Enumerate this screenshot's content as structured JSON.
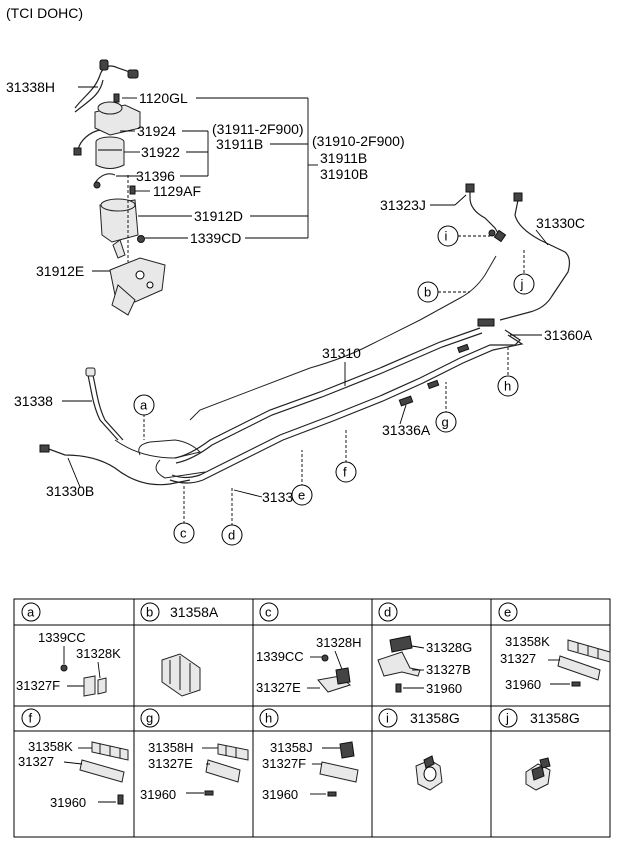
{
  "header": {
    "variant": "(TCI DOHC)"
  },
  "upper_labels": {
    "p31338H": "31338H",
    "p1120GL": "1120GL",
    "p31924": "31924",
    "p31911_2F900": "(31911-2F900)",
    "p31910_2F900": "(31910-2F900)",
    "p31922": "31922",
    "p31911B_a": "31911B",
    "p31911B_b": "31911B",
    "p31910B": "31910B",
    "p31396": "31396",
    "p1129AF": "1129AF",
    "p31912D": "31912D",
    "p1339CD": "1339CD",
    "p31912E": "31912E",
    "p31323J": "31323J",
    "p31330C": "31330C",
    "p31360A": "31360A",
    "p31310": "31310",
    "p31338": "31338",
    "p31330B": "31330B",
    "p31336A": "31336A",
    "p31337N": "31337N"
  },
  "callouts": {
    "a": "a",
    "b": "b",
    "c": "c",
    "d": "d",
    "e": "e",
    "f": "f",
    "g": "g",
    "h": "h",
    "i": "i",
    "j": "j"
  },
  "legend": {
    "cells": [
      {
        "key": "a",
        "title": "",
        "labels": [
          "1339CC",
          "31328K",
          "31327F"
        ]
      },
      {
        "key": "b",
        "title": "31358A",
        "labels": []
      },
      {
        "key": "c",
        "title": "",
        "labels": [
          "31328H",
          "1339CC",
          "31327E"
        ]
      },
      {
        "key": "d",
        "title": "",
        "labels": [
          "31328G",
          "31327B",
          "31960"
        ]
      },
      {
        "key": "e",
        "title": "",
        "labels": [
          "31358K",
          "31327",
          "31960"
        ]
      },
      {
        "key": "f",
        "title": "",
        "labels": [
          "31358K",
          "31327",
          "31960"
        ]
      },
      {
        "key": "g",
        "title": "",
        "labels": [
          "31358H",
          "31327E",
          "31960"
        ]
      },
      {
        "key": "h",
        "title": "",
        "labels": [
          "31358J",
          "31327F",
          "31960"
        ]
      },
      {
        "key": "i",
        "title": "31358G",
        "labels": []
      },
      {
        "key": "j",
        "title": "31358G",
        "labels": []
      }
    ]
  },
  "icons": [
    "fuel-filter-icon",
    "canister-icon",
    "bracket-icon",
    "clip-icon",
    "bolt-icon",
    "clamp-icon"
  ]
}
